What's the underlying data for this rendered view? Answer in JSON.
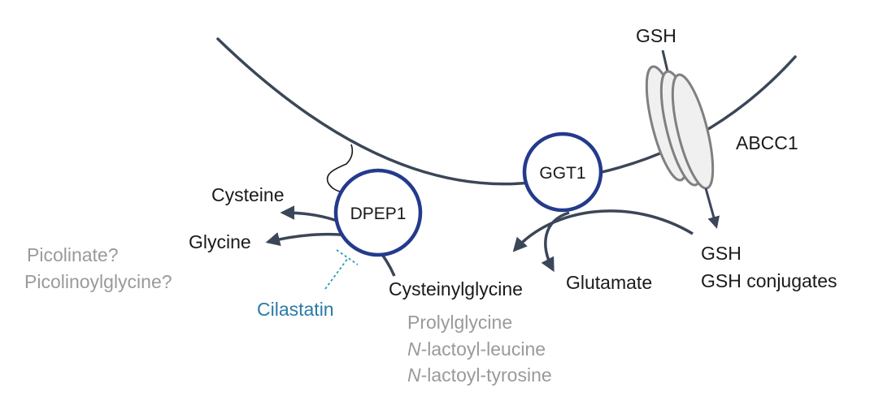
{
  "colors": {
    "membrane": "#3b4658",
    "enzyme_ring": "#243a8c",
    "arrow": "#3b4658",
    "transporter": "#808080",
    "inhibitor": "#2a9ab8",
    "dark_text": "#1a1a1a",
    "gray_text": "#9a9a9a",
    "blue_text": "#2a7aa8"
  },
  "labels": {
    "gsh_top": "GSH",
    "abcc1": "ABCC1",
    "ggt1": "GGT1",
    "dpep1": "DPEP1",
    "cysteine": "Cysteine",
    "glycine": "Glycine",
    "picolinate": "Picolinate?",
    "picolinoylglycine": "Picolinoylglycine?",
    "cilastatin": "Cilastatin",
    "cysteinylglycine": "Cysteinylglycine",
    "glutamate": "Glutamate",
    "gsh_out": "GSH",
    "gsh_conjugates": "GSH conjugates",
    "prolylglycine": "Prolylglycine",
    "n_prefix_1": "N",
    "lactoyl_leucine": "-lactoyl-leucine",
    "n_prefix_2": "N",
    "lactoyl_tyrosine": "-lactoyl-tyrosine"
  }
}
